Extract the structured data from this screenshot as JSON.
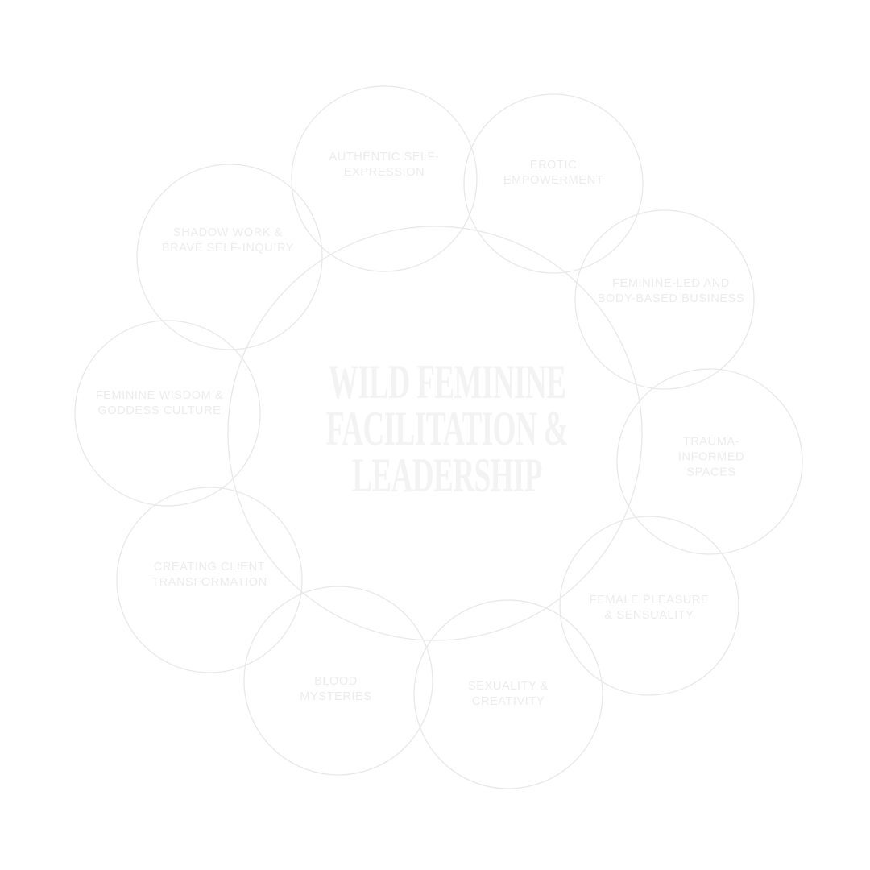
{
  "diagram": {
    "title_lines": [
      "WILD FEMININE",
      "FACILITATION &",
      "LEADERSHIP"
    ],
    "colors": {
      "stroke": "#e8e8e8",
      "text": "#ececec",
      "title": "#f3f3f3",
      "background": "#ffffff"
    },
    "topics": [
      {
        "lines": [
          "AUTHENTIC SELF-",
          "EXPRESSION"
        ]
      },
      {
        "lines": [
          "EROTIC",
          "EMPOWERMENT"
        ]
      },
      {
        "lines": [
          "FEMININE-LED AND",
          "BODY-BASED BUSINESS"
        ]
      },
      {
        "lines": [
          "TRAUMA-",
          "INFORMED",
          "SPACES"
        ]
      },
      {
        "lines": [
          "FEMALE PLEASURE",
          "& SENSUALITY"
        ]
      },
      {
        "lines": [
          "SEXUALITY &",
          "CREATIVITY"
        ]
      },
      {
        "lines": [
          "BLOOD",
          "MYSTERIES"
        ]
      },
      {
        "lines": [
          "CREATING CLIENT",
          "TRANSFORMATION"
        ]
      },
      {
        "lines": [
          "FEMININE WISDOM &",
          "GODDESS CULTURE"
        ]
      },
      {
        "lines": [
          "SHADOW WORK &",
          "BRAVE SELF-INQUIRY"
        ]
      }
    ]
  }
}
